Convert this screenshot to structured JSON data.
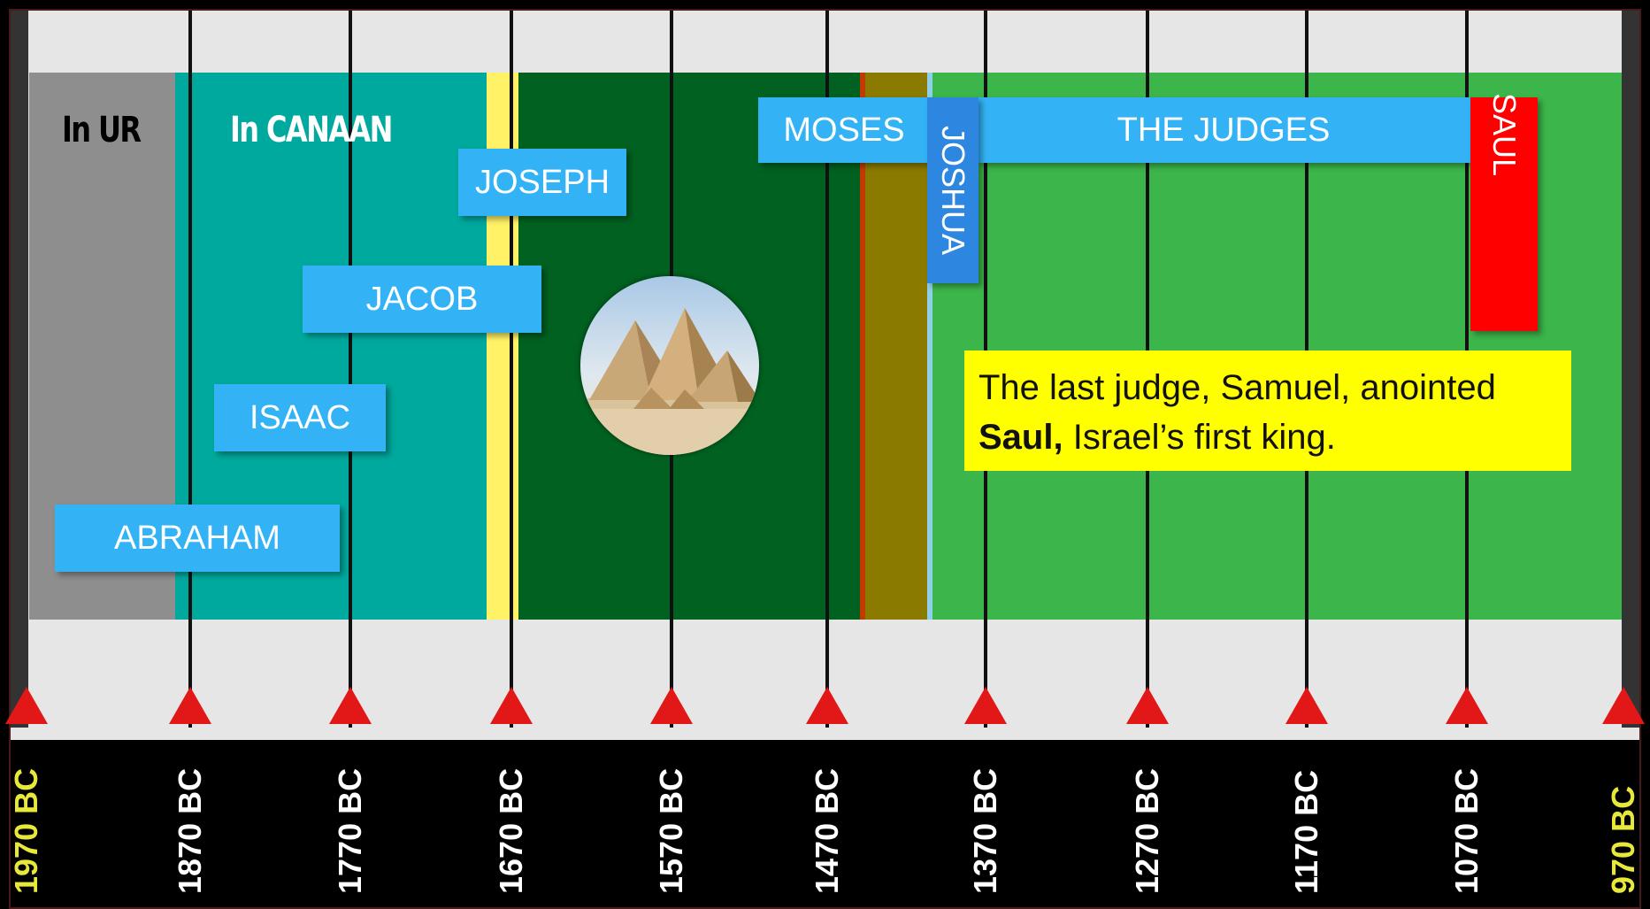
{
  "regions": {
    "in_ur": "In UR",
    "in_canaan": "In CANAAN"
  },
  "people": {
    "abraham": "ABRAHAM",
    "isaac": "ISAAC",
    "jacob": "JACOB",
    "joseph": "JOSEPH",
    "moses": "MOSES",
    "joshua": "JOSHUA",
    "judges": "THE JUDGES",
    "saul": "SAUL"
  },
  "note": {
    "line1": "The last judge, Samuel, anointed",
    "bold": "Saul,",
    "rest": " Israel’s first king."
  },
  "axis": {
    "ticks": [
      "1970 BC",
      "1870 BC",
      "1770 BC",
      "1670 BC",
      "1570 BC",
      "1470 BC",
      "1370 BC",
      "1270 BC",
      "1170 BC",
      "1070 BC",
      "970 BC"
    ],
    "endpoint_color": "#e8e83a",
    "tick_color": "#ffffff"
  },
  "colors": {
    "ur": "#8e8e8e",
    "canaan": "#00a99d",
    "joseph_marker": "#fff266",
    "egypt": "#006120",
    "wilderness": "#8a7a00",
    "judges_era": "#3cb54a",
    "person_box": "#33b3f5",
    "joshua_box": "#2d86e0",
    "saul_box": "#ff0000",
    "note_bg": "#ffff00",
    "arrow": "#e21818"
  },
  "icons": {
    "pyramids": "pyramids-image"
  }
}
